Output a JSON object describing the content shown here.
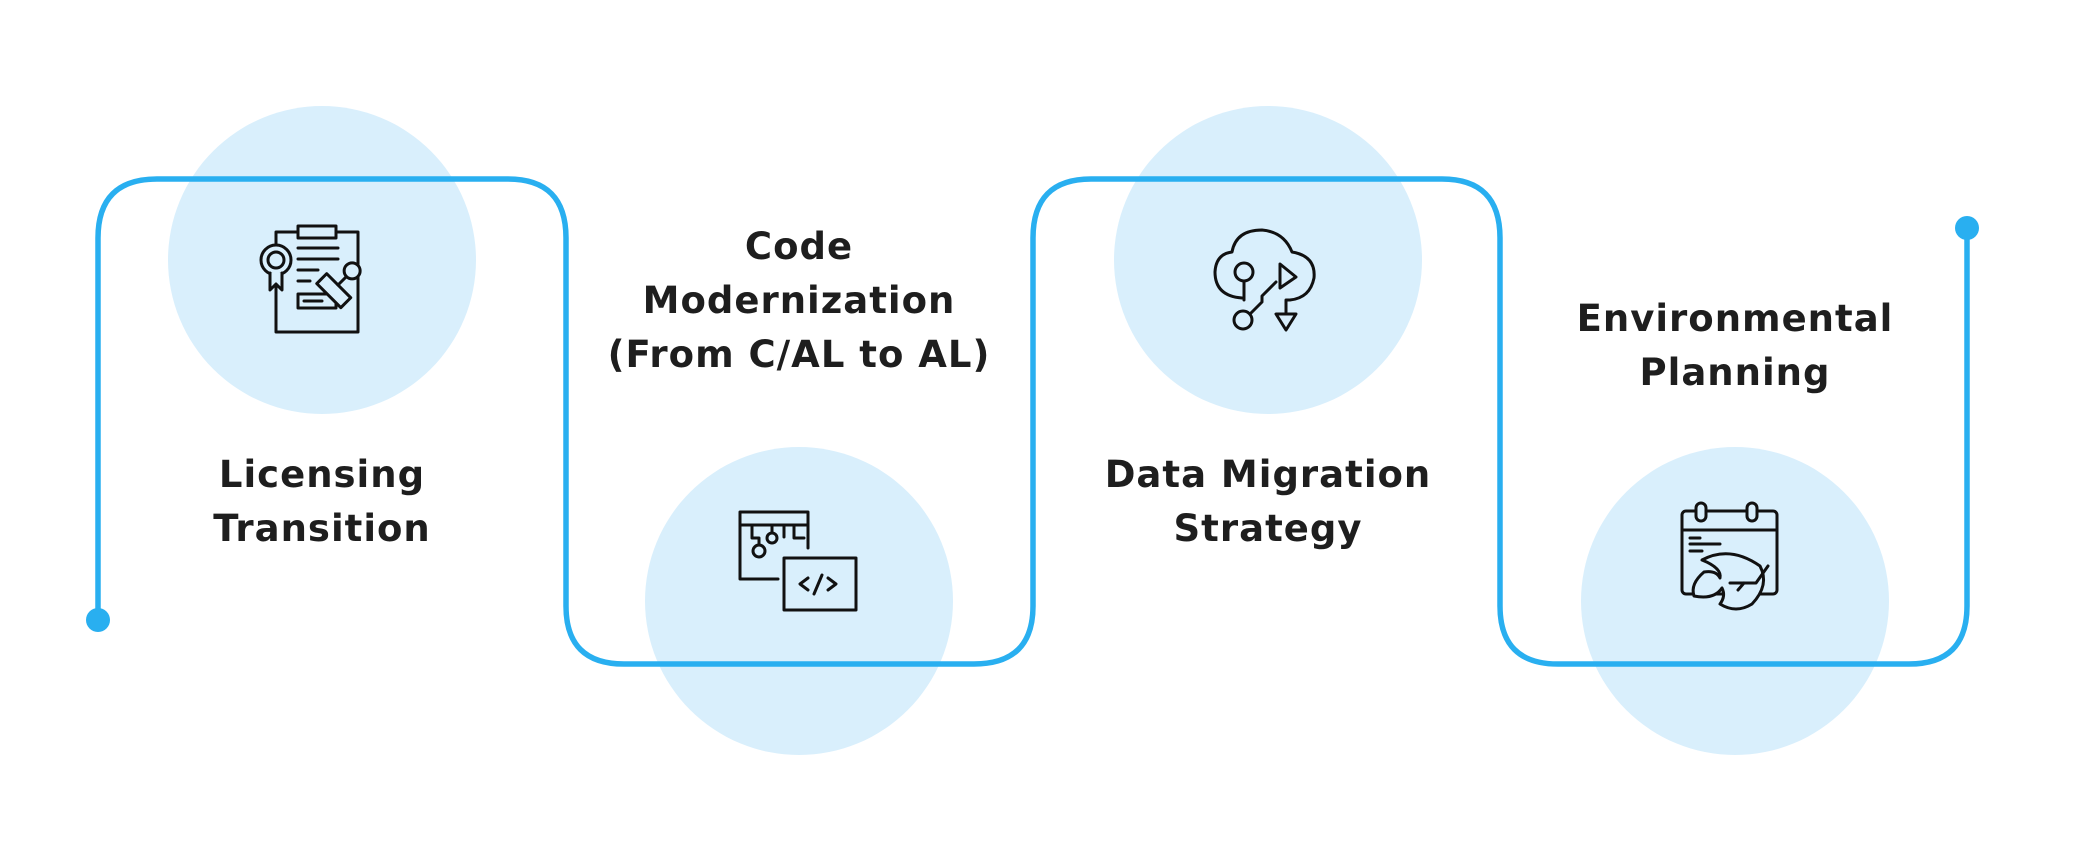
{
  "diagram": {
    "type": "process-flow",
    "colors": {
      "line": "#29aff0",
      "circle_fill": "#d9effc",
      "icon_stroke": "#111111",
      "text": "#1e1e1e",
      "background": "#ffffff"
    },
    "steps": [
      {
        "id": 1,
        "icon": "license-certificate-stamp-icon",
        "lines": [
          "Licensing",
          "Transition"
        ]
      },
      {
        "id": 2,
        "icon": "code-window-circuit-icon",
        "lines": [
          "Code",
          "Modernization",
          "(From C/AL to AL)"
        ]
      },
      {
        "id": 3,
        "icon": "cloud-data-migration-icon",
        "lines": [
          "Data Migration",
          "Strategy"
        ]
      },
      {
        "id": 4,
        "icon": "calendar-leaf-icon",
        "lines": [
          "Environmental",
          "Planning"
        ]
      }
    ]
  }
}
